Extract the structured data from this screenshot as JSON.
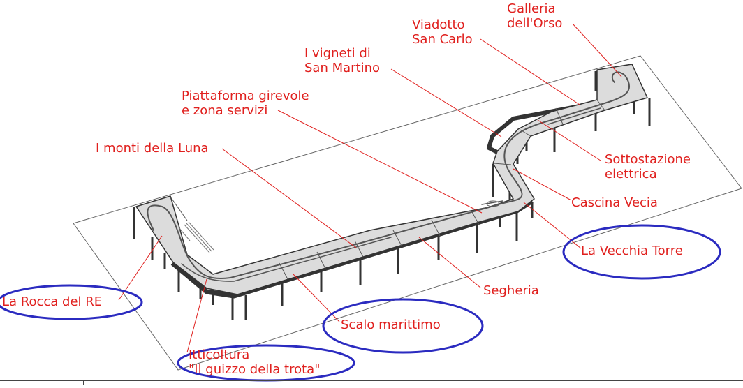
{
  "colors": {
    "label": "#e0201e",
    "highlight": "#2b2bc0",
    "deck": "#dcdcdc",
    "outline": "#333333"
  },
  "labels": {
    "galleria": "Galleria\ndell'Orso",
    "viadotto": "Viadotto\nSan Carlo",
    "vigneti": "I vigneti di\nSan Martino",
    "piattaforma": "Piattaforma girevole\ne zona servizi",
    "monti": "I monti della Luna",
    "sottostazione": "Sottostazione\nelettrica",
    "cascina": "Cascina Vecia",
    "vecchia_torre": "La Vecchia Torre",
    "segheria": "Segheria",
    "scalo": "Scalo marittimo",
    "rocca": "La Rocca del RE",
    "itticoltura": "Itticoltura\n\"Il guizzo della trota\""
  }
}
